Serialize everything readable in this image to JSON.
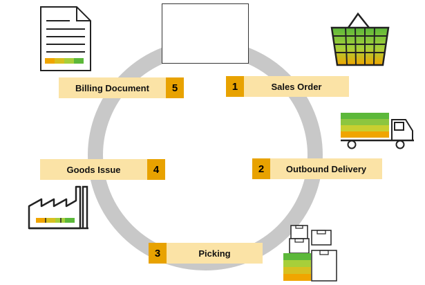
{
  "diagram": {
    "steps": [
      {
        "number": "1",
        "label": "Sales Order"
      },
      {
        "number": "2",
        "label": "Outbound Delivery"
      },
      {
        "number": "3",
        "label": "Picking"
      },
      {
        "number": "4",
        "label": "Goods Issue"
      },
      {
        "number": "5",
        "label": "Billing Document"
      }
    ]
  },
  "icons": {
    "billing": "document-icon",
    "sales": "shopping-basket-icon",
    "delivery": "delivery-truck-icon",
    "goods_issue": "factory-icon",
    "picking": "boxes-icon"
  },
  "colors": {
    "ring": "#c8c8c8",
    "label_fill": "#fbe3a6",
    "number_fill": "#e8a200",
    "green": "#5cb83a",
    "yellow_green": "#a7cf3a",
    "orange": "#f0a500"
  }
}
